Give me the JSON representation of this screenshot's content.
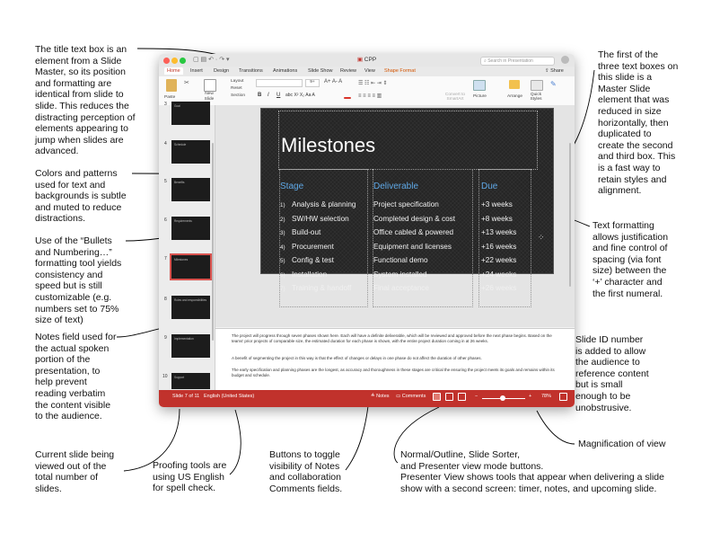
{
  "annotations": {
    "title_box": [
      "The title text box is an",
      "element from a Slide",
      "Master, so its position",
      "and formatting are",
      "identical from slide to",
      "slide. This reduces the",
      "distracting perception of",
      "elements appearing to",
      "jump when slides are",
      "advanced."
    ],
    "colors": [
      "Colors and patterns",
      "used for text and",
      "backgrounds is subtle",
      "and muted to reduce",
      "distractions."
    ],
    "bullets": [
      "Use of the “Bullets",
      "and Numbering…”",
      "formatting tool yields",
      "consistency and",
      "speed but is still",
      "customizable (e.g.",
      "numbers set to 75%",
      "size of text)"
    ],
    "notes_field": [
      "Notes field used for",
      "the actual spoken",
      "portion of the",
      "presentation, to",
      "help prevent",
      "reading verbatim",
      "the content visible",
      "to the audience."
    ],
    "current_slide": [
      "Current slide being",
      "viewed out of the",
      "total number of",
      "slides."
    ],
    "proofing": [
      "Proofing tools are",
      "using US English",
      "for spell check."
    ],
    "toggle_buttons": [
      "Buttons to toggle",
      "visibility of Notes",
      "and collaboration",
      "Comments fields."
    ],
    "view_modes": [
      "Normal/Outline, Slide Sorter,",
      "and Presenter view mode buttons.",
      "Presenter View shows tools that appear when delivering a slide",
      "show with a second screen: timer, notes, and upcoming slide."
    ],
    "magnification": [
      "Magnification of view"
    ],
    "master_element": [
      "The first of the",
      "three text boxes on",
      "this slide is a",
      "Master Slide",
      "element that was",
      "reduced in size",
      "horizontally, then",
      "duplicated to",
      "create the second",
      "and third box. This",
      "is a fast way to",
      "retain styles and",
      "alignment."
    ],
    "text_formatting": [
      "Text formatting",
      "allows justification",
      "and fine control of",
      "spacing (via font",
      "size) between the",
      "‘+’ character and",
      "the first numeral."
    ],
    "slide_id": [
      "Slide ID number",
      "is added to allow",
      "the audience to",
      "reference content",
      "but is small",
      "enough to be",
      "unobstrusive."
    ]
  },
  "window": {
    "title": "CPP",
    "search_placeholder": "Search in Presentation",
    "share_label": "Share",
    "tabs": [
      "Home",
      "Insert",
      "Design",
      "Transitions",
      "Animations",
      "Slide Show",
      "Review",
      "View",
      "Shape Format"
    ],
    "ribbon": {
      "paste": "Paste",
      "new_slide": "New Slide",
      "layout": "Layout",
      "reset": "Reset",
      "section": "Section",
      "font_size": "9+",
      "bold": "B",
      "italic": "I",
      "underline": "U",
      "convert_smartart": "Convert to SmartArt",
      "picture": "Picture",
      "arrange": "Arrange",
      "quick_styles": "Quick Styles"
    }
  },
  "thumbnails": [
    {
      "num": "3",
      "label": "Goal"
    },
    {
      "num": "4",
      "label": "Schedule"
    },
    {
      "num": "5",
      "label": "Benefits"
    },
    {
      "num": "6",
      "label": "Requirements"
    },
    {
      "num": "7",
      "label": "Milestones"
    },
    {
      "num": "8",
      "label": "Roles and responsibilities"
    },
    {
      "num": "9",
      "label": "Implementation"
    },
    {
      "num": "10",
      "label": "Support"
    }
  ],
  "slide": {
    "title": "Milestones",
    "col1_header": "Stage",
    "col2_header": "Deliverable",
    "col3_header": "Due",
    "rows": [
      {
        "n": "1)",
        "stage": "Analysis & planning",
        "deliverable": "Project specification",
        "due": "+3 weeks"
      },
      {
        "n": "2)",
        "stage": "SW/HW selection",
        "deliverable": "Completed design & cost",
        "due": "+8 weeks"
      },
      {
        "n": "3)",
        "stage": "Build-out",
        "deliverable": "Office cabled & powered",
        "due": "+13 weeks"
      },
      {
        "n": "4)",
        "stage": "Procurement",
        "deliverable": "Equipment and licenses",
        "due": "+16 weeks"
      },
      {
        "n": "5)",
        "stage": "Config & test",
        "deliverable": "Functional demo",
        "due": "+22 weeks"
      },
      {
        "n": "6)",
        "stage": "Installation",
        "deliverable": "System installed",
        "due": "+24 weeks"
      },
      {
        "n": "7)",
        "stage": "Training & handoff",
        "deliverable": "Final acceptance",
        "due": "+26 weeks"
      }
    ]
  },
  "notes": [
    "The project will progress through seven phases shown here. Each will have a definite deliverable, which will be reviewed and approved before the next phase begins. Based on the teams' prior projects of comparable size, the estimated duration for each phase is shown, with the entire project duration coming in at 26 weeks.",
    "A benefit of segmenting the project in this way is that the effect of changes or delays in one phase do not affect the duration of other phases.",
    "The early specification and planning phases are the longest, as accuracy and thoroughness in these stages are critical the ensuring the project meets its goals and remains within its budget and schedule."
  ],
  "status": {
    "slide_counter": "Slide 7 of 11",
    "language": "English (United States)",
    "notes_label": "Notes",
    "comments_label": "Comments",
    "zoom_percent": "78%",
    "zoom_level": 0.78
  },
  "colors": {
    "accent": "#c1322c",
    "slide_header": "#5fa8e6",
    "slide_bg": "#252525"
  }
}
